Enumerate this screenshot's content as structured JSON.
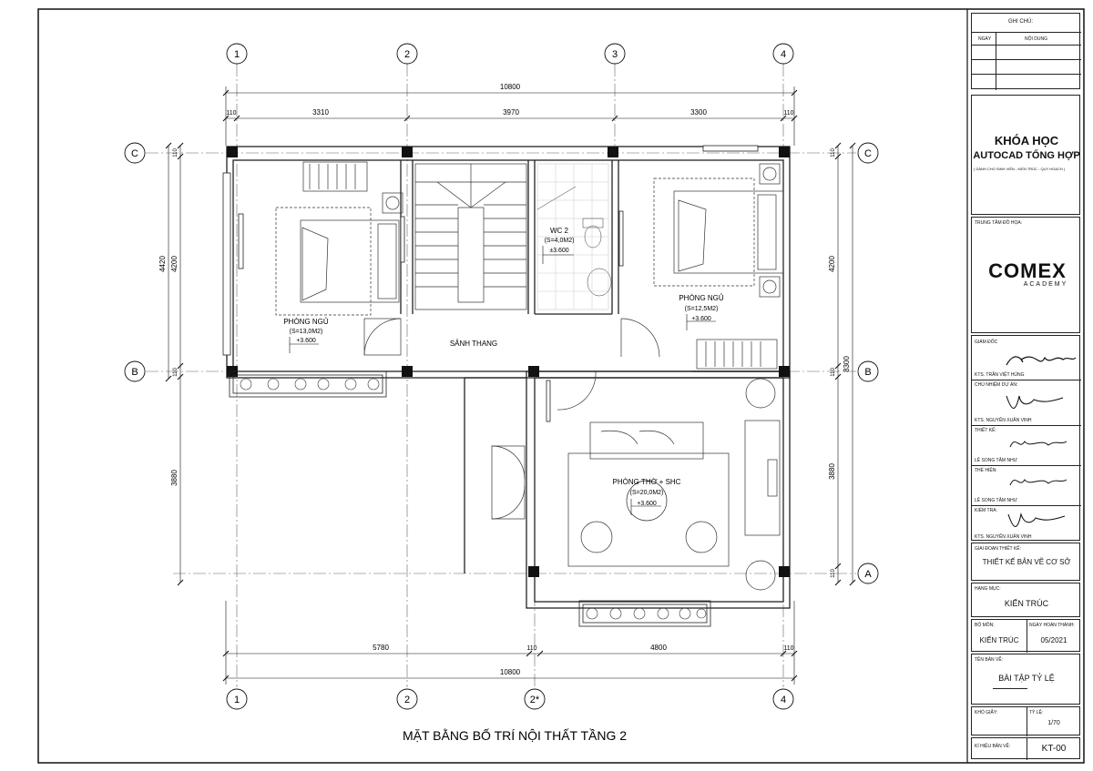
{
  "drawing_title": "MẶT BẰNG BỐ TRÍ NỘI THẤT TẦNG 2",
  "grid_axes": {
    "top": [
      "1",
      "2",
      "3",
      "4"
    ],
    "bottom": [
      "1",
      "2",
      "2*",
      "4"
    ],
    "left": [
      "C",
      "B"
    ],
    "right": [
      "C",
      "B",
      "A"
    ]
  },
  "dimensions": {
    "top_total": "10800",
    "top_segments": [
      "110",
      "3310",
      "3970",
      "3300",
      "110"
    ],
    "bottom_segments": [
      "5780",
      "110",
      "4800",
      "110"
    ],
    "bottom_total": "10800",
    "left_outer": "4420",
    "left_inner": "4200",
    "left_top": "110",
    "left_mid": "110",
    "left_lower": "3880",
    "right_top": "110",
    "right_upper": "4200",
    "right_total": "8300",
    "right_mid": "110",
    "right_lower": "3880",
    "right_bottom": "110"
  },
  "rooms": {
    "bedroom1": {
      "name": "PHÒNG NGỦ",
      "area": "(S=13,0M2)",
      "level": "+3.600"
    },
    "wc": {
      "name": "WC 2",
      "area": "(S=4,0M2)",
      "level": "±3.600"
    },
    "bedroom2": {
      "name": "PHÒNG NGỦ",
      "area": "(S=12,5M2)",
      "level": "+3.600"
    },
    "stair_hall": {
      "name": "SẢNH THANG"
    },
    "worship": {
      "name": "PHÒNG THỜ + SHC",
      "area": "(S=20,0M2)",
      "level": "+3.600"
    }
  },
  "title_block": {
    "notes_header": "GHI CHÚ:",
    "col_date": "NGÀY",
    "col_content": "NỘI DUNG",
    "course_line1": "KHÓA HỌC",
    "course_line2": "AUTOCAD TỔNG HỢP",
    "course_sub": "( DÀNH CHO SINH VIÊN - KIẾN TRÚC - QUY HOẠCH )",
    "center_label": "TRUNG TÂM ĐỒ HỌA:",
    "logo_main": "COMEX",
    "logo_sub": "ACADEMY",
    "director_label": "GIÁM ĐỐC",
    "director_name": "KTS. TRẦN VIỆT HÙNG",
    "pm_label": "CHỦ NHIỆM DỰ ÁN:",
    "pm_name": "KTS. NGUYỄN XUÂN VINH",
    "design_label": "THIẾT KẾ:",
    "design_name": "LÊ SONG TÂM NHƯ",
    "draw_label": "THỂ HIỆN:",
    "draw_name": "LÊ SONG TÂM NHƯ",
    "check_label": "KIỂM TRA:",
    "check_name": "KTS. NGUYỄN XUÂN VINH",
    "phase_label": "GIAI ĐOẠN THIẾT KẾ:",
    "phase_value": "THIẾT KẾ BẢN VẼ CƠ SỞ",
    "category_label": "HẠNG MỤC:",
    "category_value": "KIẾN TRÚC",
    "dept_label": "BỘ MÔN:",
    "dept_value": "KIẾN TRÚC",
    "done_label": "NGÀY HOÀN THÀNH:",
    "done_value": "05/2021",
    "sheet_name_label": "TÊN BẢN VẼ:",
    "sheet_name_value": "BÀI TẬP TỶ LỆ",
    "paper_label": "KHỔ GIẤY:",
    "scale_label": "TỶ LỆ:",
    "scale_value": "1/70",
    "code_label": "KÍ HIỆU BẢN VẼ:",
    "code_value": "KT-00"
  },
  "colors": {
    "line": "#111111",
    "wall": "#222222",
    "column": "#111111",
    "logo_accent": "#c8102e"
  }
}
